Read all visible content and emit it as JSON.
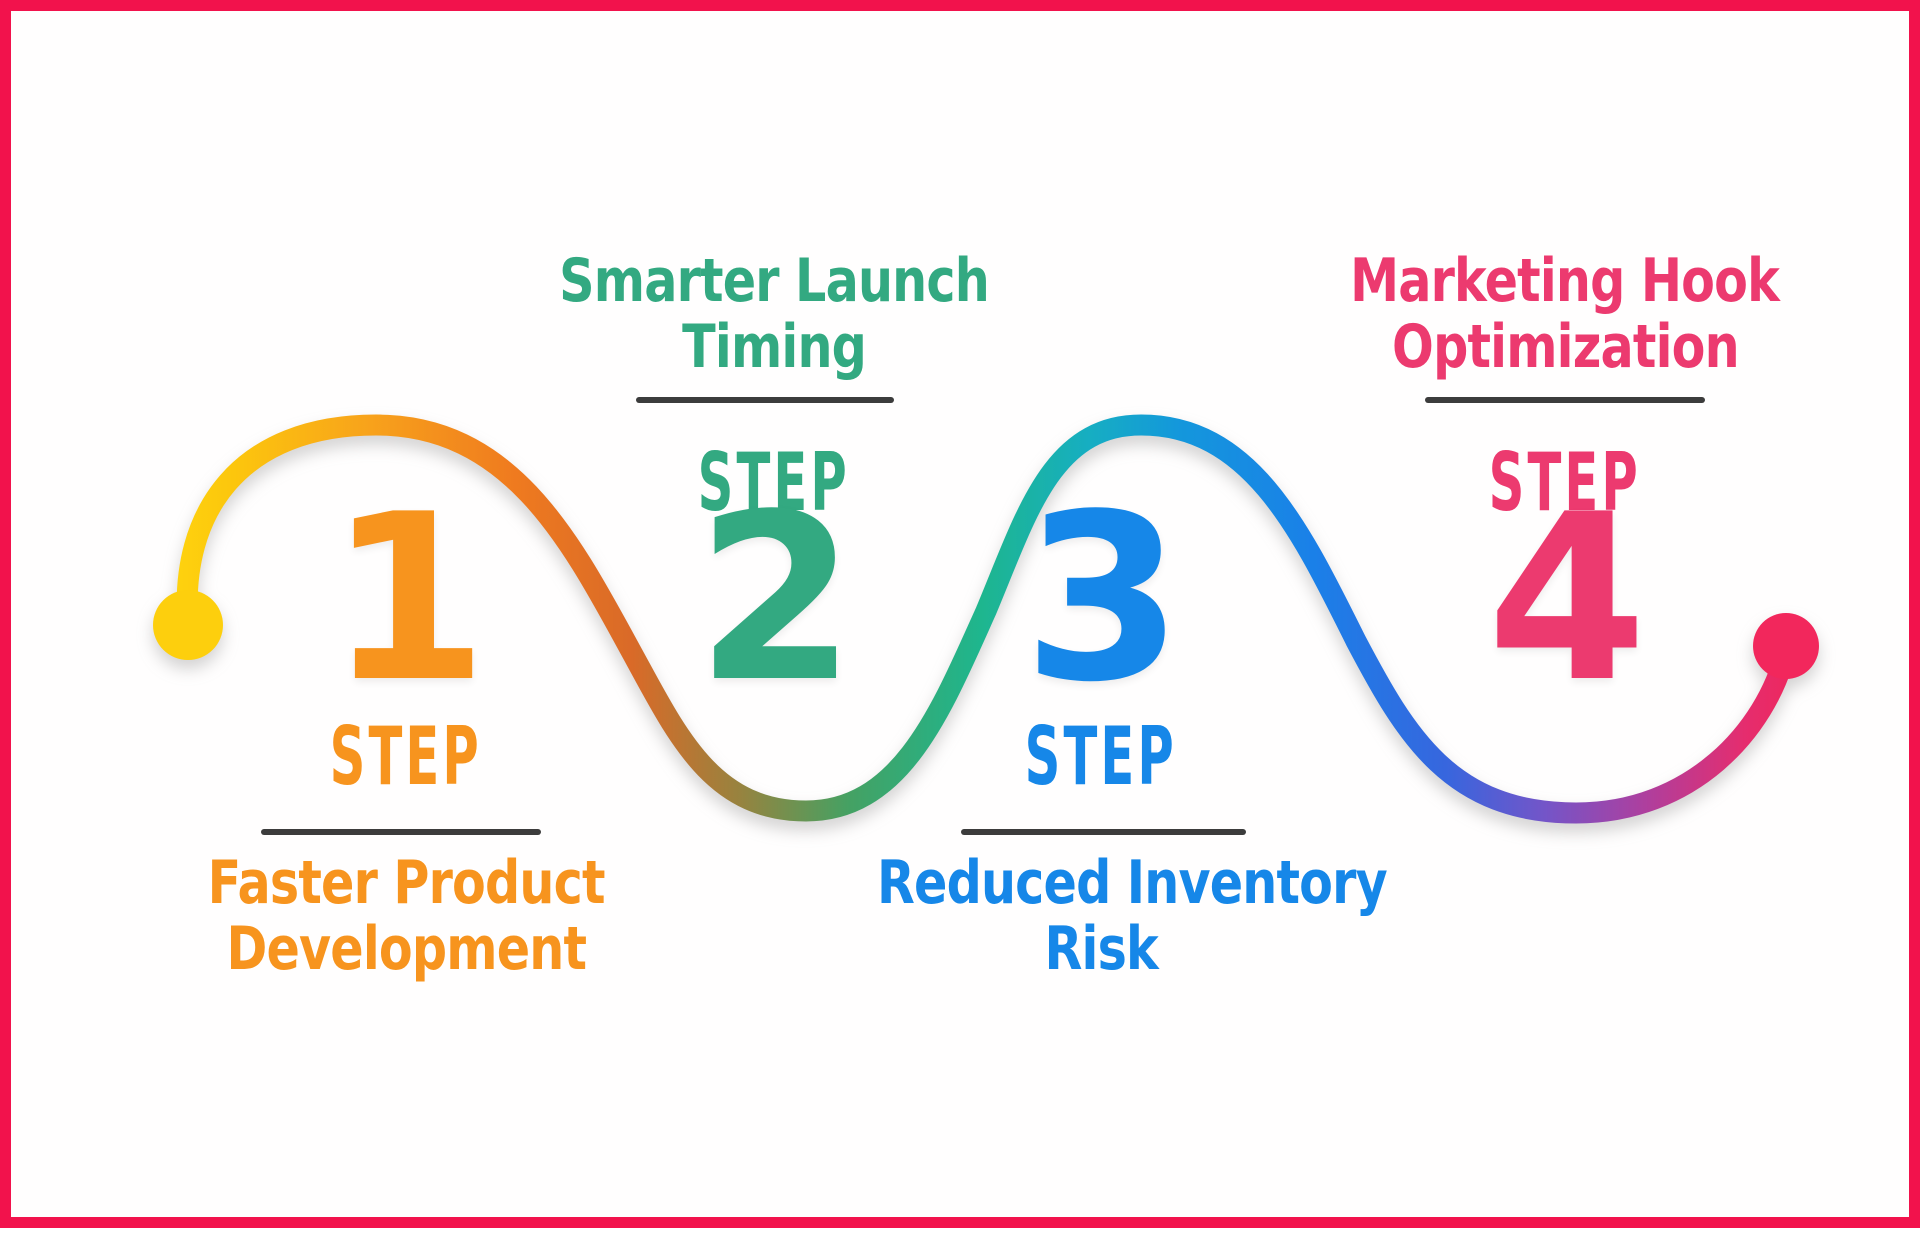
{
  "frame": {
    "border_color": "#F2124C",
    "background_color": "#FFFFFF"
  },
  "steps": [
    {
      "number": "1",
      "step_label": "STEP",
      "title_line1": "Faster Product",
      "title_line2": "Development",
      "color": "#F7941E",
      "label_position": "below-line"
    },
    {
      "number": "2",
      "step_label": "STEP",
      "title_line1": "Smarter Launch",
      "title_line2": "Timing",
      "color": "#33A981",
      "label_position": "above-line"
    },
    {
      "number": "3",
      "step_label": "STEP",
      "title_line1": "Reduced Inventory",
      "title_line2": "Risk",
      "color": "#1687E8",
      "label_position": "below-line"
    },
    {
      "number": "4",
      "step_label": "STEP",
      "title_line1": "Marketing Hook",
      "title_line2": "Optimization",
      "color": "#EC3A6F",
      "label_position": "above-line"
    }
  ],
  "flow_line": {
    "description": "wavy timeline connecting steps, arches over 1 and 3, dips under 2 and 4",
    "stroke_width_px": 21,
    "start_dot_color": "#FDCF0D",
    "end_dot_color": "#F2275C",
    "underline_color": "#3C3C3C",
    "gradient_colors": [
      "#FFD70E",
      "#F8A31B",
      "#EF7A1F",
      "#97833F",
      "#1EB68E",
      "#16AEC2",
      "#1A80E8",
      "#7455C8",
      "#AE3F9E",
      "#F12558"
    ]
  }
}
